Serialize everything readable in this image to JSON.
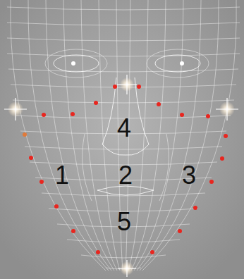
{
  "diagram": {
    "labels": [
      "4",
      "1",
      "2",
      "3",
      "5"
    ]
  }
}
